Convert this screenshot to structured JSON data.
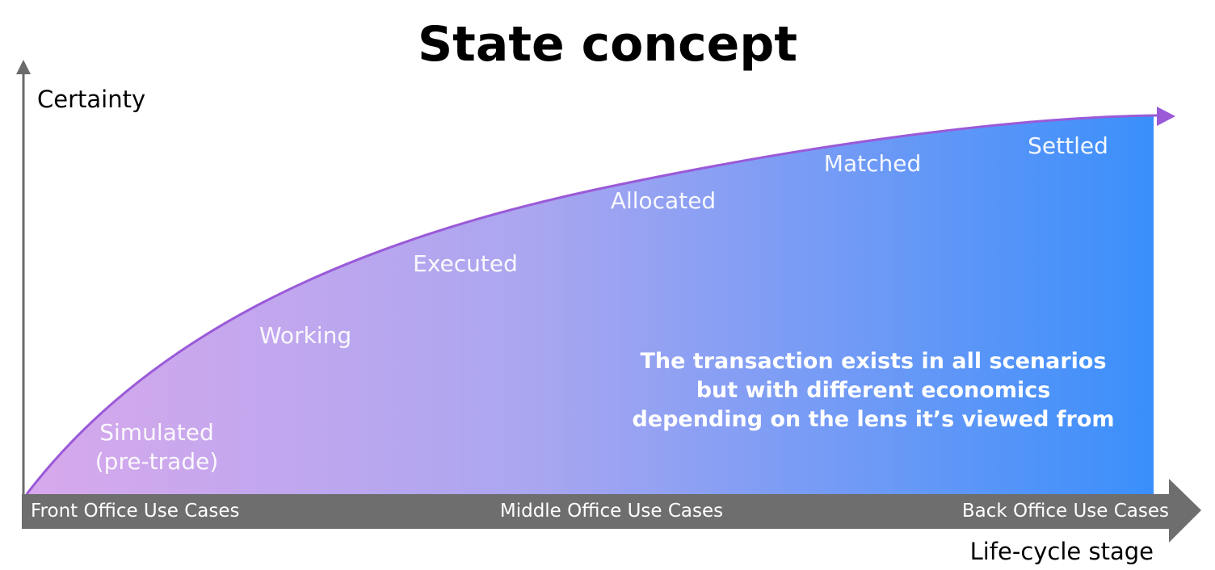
{
  "title": "State concept",
  "y_axis_label": "Certainty",
  "x_axis_label": "Life-cycle stage",
  "stages": [
    {
      "name": "simulated",
      "lines": [
        "Simulated",
        "(pre-trade)"
      ]
    },
    {
      "name": "working",
      "lines": [
        "Working"
      ]
    },
    {
      "name": "executed",
      "lines": [
        "Executed"
      ]
    },
    {
      "name": "allocated",
      "lines": [
        "Allocated"
      ]
    },
    {
      "name": "matched",
      "lines": [
        "Matched"
      ]
    },
    {
      "name": "settled",
      "lines": [
        "Settled"
      ]
    }
  ],
  "bands": [
    "Front Office Use Cases",
    "Middle Office Use Cases",
    "Back Office Use Cases"
  ],
  "note": [
    "The transaction exists in all scenarios",
    "but with different economics",
    "depending on the lens it’s viewed from"
  ],
  "colors": {
    "gradient_start": "#d8a8ec",
    "gradient_mid": "#aaa6f0",
    "gradient_end": "#3a8ffb",
    "curve": "#9a5ad8",
    "axis": "#6b6b6b",
    "band": "#6e6e6e"
  }
}
